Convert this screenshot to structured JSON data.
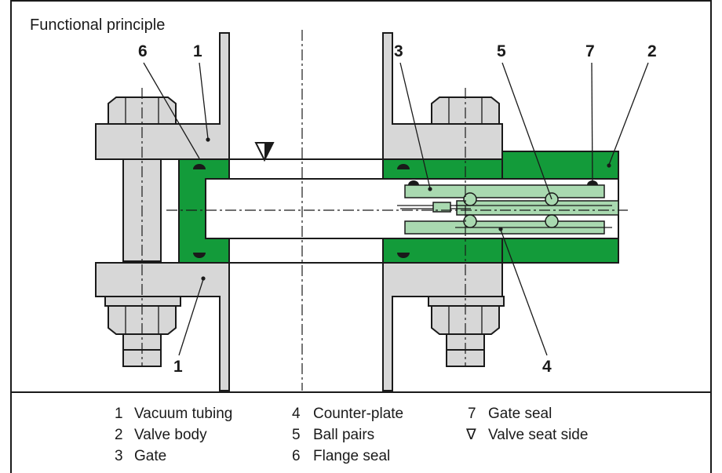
{
  "title": "Functional principle",
  "callouts": {
    "c6": "6",
    "c1_top": "1",
    "c3": "3",
    "c5": "5",
    "c7": "7",
    "c2": "2",
    "c1_bottom": "1",
    "c4": "4"
  },
  "legend": [
    {
      "num": "1",
      "label": "Vacuum tubing"
    },
    {
      "num": "2",
      "label": "Valve body"
    },
    {
      "num": "3",
      "label": "Gate"
    },
    {
      "num": "4",
      "label": "Counter-plate"
    },
    {
      "num": "5",
      "label": "Ball pairs"
    },
    {
      "num": "6",
      "label": "Flange seal"
    },
    {
      "num": "7",
      "label": "Gate seal"
    },
    {
      "num": "∇",
      "label": "Valve seat side"
    }
  ],
  "colors": {
    "valve_body": "#139b3a",
    "gate_plates": "#a9d9b0",
    "flanges": "#d7d7d7"
  }
}
